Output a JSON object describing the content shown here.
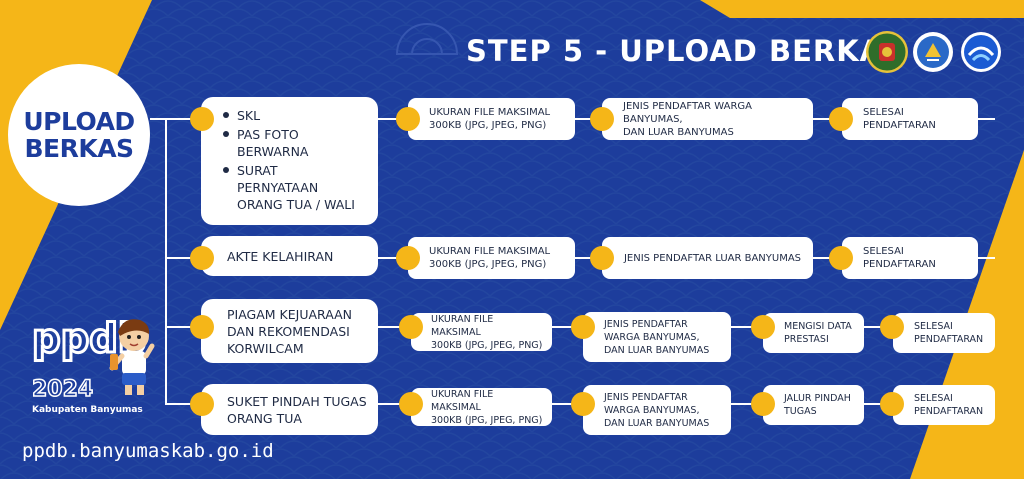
{
  "header": {
    "title": "STEP 5  -  UPLOAD BERKAS"
  },
  "logos": [
    "banyumas-regency-emblem-icon",
    "tut-wuri-handayani-icon",
    "kominfo-icon"
  ],
  "main_node": {
    "label": "UPLOAD\nBERKAS"
  },
  "rows": [
    {
      "label": "",
      "bullets": [
        "SKL",
        "PAS FOTO\nBERWARNA",
        "SURAT\nPERNYATAAN\nORANG TUA / WALI"
      ],
      "steps": [
        "UKURAN FILE MAKSIMAL\n300KB (JPG, JPEG, PNG)",
        "JENIS PENDAFTAR WARGA BANYUMAS,\nDAN LUAR BANYUMAS",
        "SELESAI PENDAFTARAN"
      ]
    },
    {
      "label": "AKTE KELAHIRAN",
      "steps": [
        "UKURAN FILE MAKSIMAL\n300KB (JPG, JPEG, PNG)",
        "JENIS PENDAFTAR LUAR BANYUMAS",
        "SELESAI PENDAFTARAN"
      ]
    },
    {
      "label": "PIAGAM KEJUARAAN\nDAN REKOMENDASI\nKORWILCAM",
      "steps": [
        "UKURAN FILE MAKSIMAL\n300KB (JPG, JPEG, PNG)",
        "JENIS PENDAFTAR\nWARGA BANYUMAS,\nDAN LUAR BANYUMAS",
        "MENGISI DATA\nPRESTASI",
        "SELESAI\nPENDAFTARAN"
      ]
    },
    {
      "label": "SUKET PINDAH TUGAS\nORANG TUA",
      "steps": [
        "UKURAN FILE MAKSIMAL\n300KB (JPG, JPEG, PNG)",
        "JENIS PENDAFTAR\nWARGA BANYUMAS,\nDAN LUAR BANYUMAS",
        "JALUR PINDAH\nTUGAS",
        "SELESAI\nPENDAFTARAN"
      ]
    }
  ],
  "branding": {
    "logo_text": "ppdb",
    "year": "2024",
    "region": "Kabupaten Banyumas"
  },
  "footer": {
    "url": "ppdb.banyumaskab.go.id"
  },
  "colors": {
    "background": "#1d3d9c",
    "accent": "#f5b618",
    "box": "#ffffff",
    "text": "#1f2a44"
  }
}
